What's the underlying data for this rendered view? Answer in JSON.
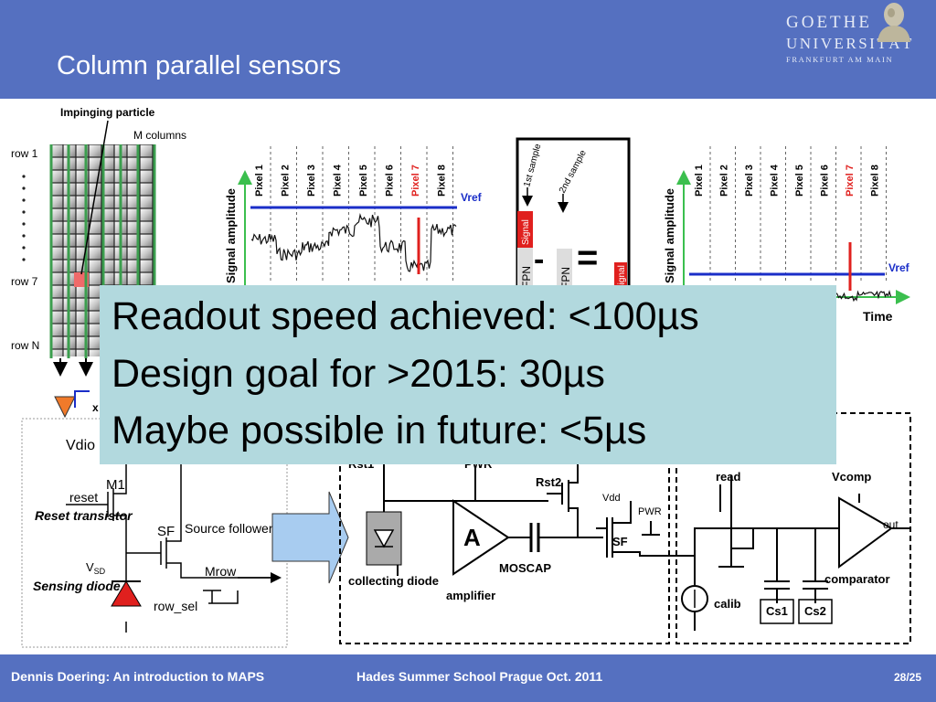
{
  "header": {
    "title": "Column parallel sensors",
    "logo": {
      "line1": "GOETHE",
      "line2": "UNIVERSITÄT",
      "line3": "FRANKFURT AM MAIN",
      "icon": "goethe-portrait-icon"
    }
  },
  "array": {
    "impinging": "Impinging particle",
    "columns": "M columns",
    "row1": "row 1",
    "row7": "row 7",
    "rowN": "row N"
  },
  "plot1": {
    "ylabel": "Signal amplitude",
    "pixels": [
      "Pixel 1",
      "Pixel 2",
      "Pixel 3",
      "Pixel 4",
      "Pixel 5",
      "Pixel 6",
      "Pixel 7",
      "Pixel 8"
    ],
    "vref": "Vref"
  },
  "cds": {
    "sample1": "1st sample",
    "sample2": "2nd sample",
    "signal": "Signal",
    "fpn1": "FPN",
    "fpn2": "FPN",
    "result": "Signal",
    "minus": "-",
    "equals": "="
  },
  "plot2": {
    "ylabel": "Signal amplitude",
    "pixels": [
      "Pixel 1",
      "Pixel 2",
      "Pixel 3",
      "Pixel 4",
      "Pixel 5",
      "Pixel 6",
      "Pixel 7",
      "Pixel 8"
    ],
    "vref": "Vref",
    "time": "Time"
  },
  "pixel_circuit": {
    "vdiode": "Vdio",
    "m1": "M1",
    "reset": "reset",
    "reset_transistor": "Reset transistor",
    "sf": "SF",
    "source_follower": "Source follower",
    "vsd": "V",
    "vsd_sub": "SD",
    "mrow": "Mrow",
    "row_sel": "row_sel",
    "sensing_diode": "Sensing diode"
  },
  "column_circuit": {
    "rst1": "Rst1",
    "pwr_top": "PWR",
    "rst2": "Rst2",
    "vdd": "Vdd",
    "pwr": "PWR",
    "sf": "SF",
    "amp_letter": "A",
    "moscap": "MOSCAP",
    "collecting_diode": "collecting diode",
    "amplifier": "amplifier",
    "read": "read",
    "vcomp": "Vcomp",
    "out": "out",
    "calib": "calib",
    "comparator": "comparator",
    "cs1": "Cs1",
    "cs2": "Cs2"
  },
  "callout": {
    "line1": "Readout speed achieved: <100µs",
    "line2": "Design goal for >2015: 30µs",
    "line3": "Maybe possible in future: <5µs"
  },
  "footer": {
    "author": "Dennis Doering:  An introduction to MAPS",
    "event": "Hades Summer School Prague Oct. 2011",
    "page": "28/25"
  },
  "colors": {
    "header_bg": "#5570c0",
    "callout_bg": "#b2d9de",
    "vref_line": "#1a2ec8",
    "pixel7": "#e0201e",
    "column_green": "#3b9e4e",
    "arrow_fill": "#a8ccf0",
    "diode_red": "#e0201e",
    "amp_orange": "#f07a2a"
  }
}
